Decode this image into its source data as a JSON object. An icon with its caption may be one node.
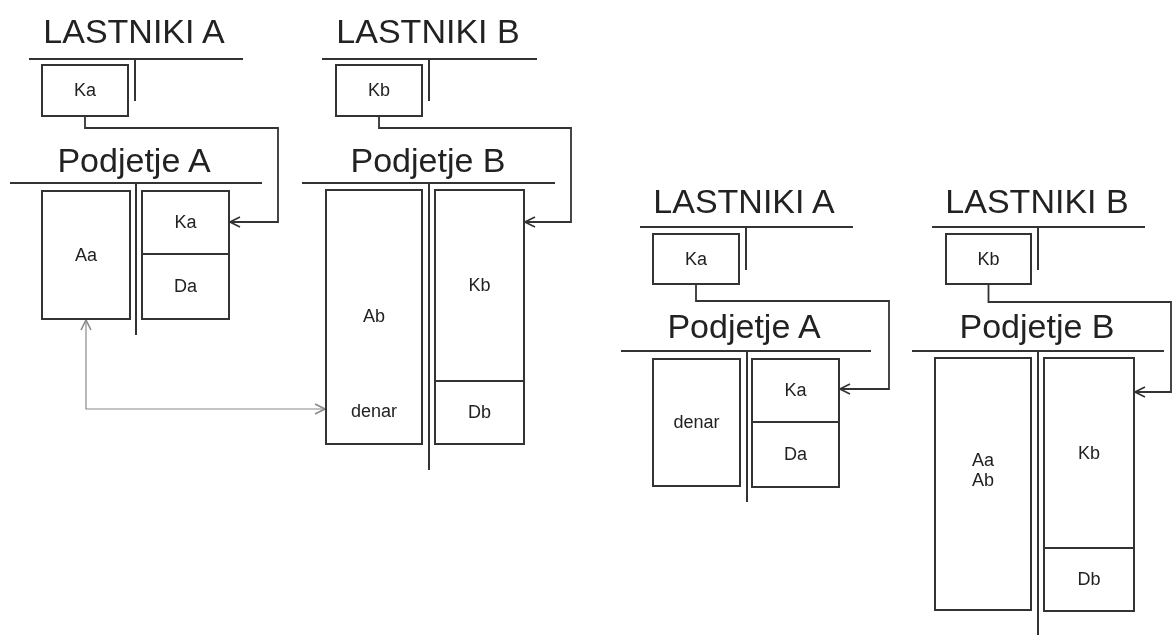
{
  "diagram": {
    "nodes": [
      {
        "text": [
          "Ka"
        ]
      },
      {
        "text": [
          "Kb"
        ]
      },
      {
        "text": [
          "Aa"
        ]
      },
      {
        "text": [
          "Ka"
        ]
      },
      {
        "text": [
          "Da"
        ]
      },
      {
        "text": [
          "Ab",
          "denar"
        ]
      },
      {
        "text": [
          "Kb"
        ]
      },
      {
        "text": [
          "Db"
        ]
      },
      {
        "text": [
          "Ka"
        ]
      },
      {
        "text": [
          "Kb"
        ]
      },
      {
        "text": [
          "denar"
        ]
      },
      {
        "text": [
          "Ka"
        ]
      },
      {
        "text": [
          "Da"
        ]
      },
      {
        "text": [
          "Aa",
          "Ab"
        ]
      },
      {
        "text": [
          "Kb"
        ]
      },
      {
        "text": [
          "Db"
        ]
      }
    ],
    "edges": [
      {
        "from": 0,
        "to": 3,
        "arrow": "to"
      },
      {
        "from": 1,
        "to": 6,
        "arrow": "to"
      },
      {
        "from": 2,
        "to": 5,
        "arrow": "both",
        "color": "#8a8a8a"
      },
      {
        "from": 8,
        "to": 11,
        "arrow": "to"
      },
      {
        "from": 9,
        "to": 14,
        "arrow": "to"
      }
    ],
    "labels": [
      "LASTNIKI A",
      "LASTNIKI B",
      "Podjetje A",
      "Podjetje B",
      "LASTNIKI A",
      "LASTNIKI B",
      "Podjetje A",
      "Podjetje B"
    ]
  }
}
